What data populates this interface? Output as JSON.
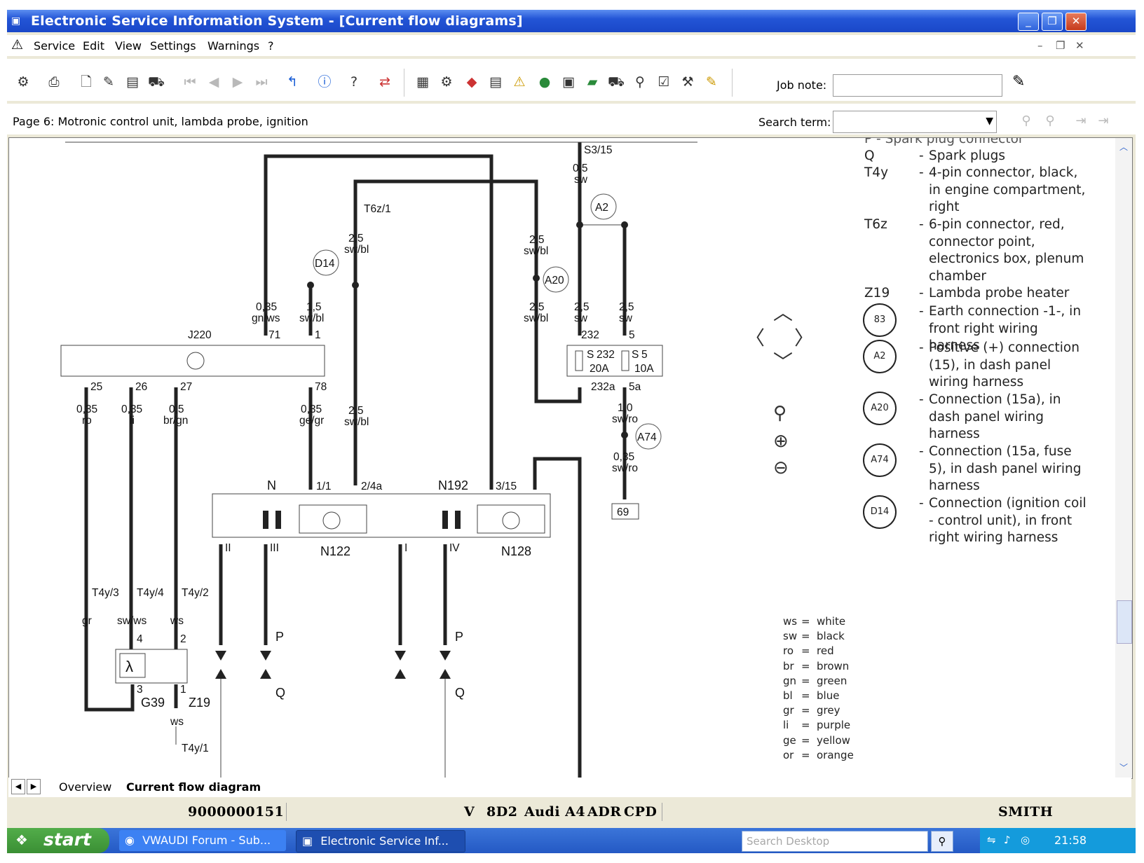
{
  "window": {
    "title": "Electronic Service Information System - [Current flow diagrams]",
    "controls": {
      "minimize": "_",
      "restore": "❐",
      "close": "✕"
    }
  },
  "menu": {
    "items": [
      "Service",
      "Edit",
      "View",
      "Settings",
      "Warnings",
      "?"
    ]
  },
  "toolbar": {
    "job_note_label": "Job note:",
    "job_note_value": ""
  },
  "pagebar": {
    "page_title": "Page 6: Motronic control unit, lambda probe, ignition",
    "search_label": "Search term:",
    "search_value": ""
  },
  "diagram": {
    "terminal_top": "S3/15",
    "wires": {
      "w_s315": {
        "size": "0,5",
        "color": "sw"
      },
      "w_j71": {
        "size": "0,35",
        "color": "gn/ws"
      },
      "w_j1": {
        "size": "1,5",
        "color": "sw/bl"
      },
      "w_t6z": {
        "size": "2,5",
        "color": "sw/bl"
      },
      "w_a20_top": {
        "size": "2,5",
        "color": "sw/bl"
      },
      "w_a20_bot": {
        "size": "2,5",
        "color": "sw/bl"
      },
      "w_232": {
        "size": "2,5",
        "color": "sw"
      },
      "w_5": {
        "size": "2,5",
        "color": "sw"
      },
      "w_25": {
        "size": "0,35",
        "color": "ro"
      },
      "w_26": {
        "size": "0,35",
        "color": "li"
      },
      "w_27": {
        "size": "0,5",
        "color": "br/gn"
      },
      "w_78": {
        "size": "0,35",
        "color": "ge/gr"
      },
      "w_24a": {
        "size": "2,5",
        "color": "sw/bl"
      },
      "w_5a": {
        "size": "1,0",
        "color": "sw/ro"
      },
      "w_a74": {
        "size": "0,35",
        "color": "sw/ro"
      },
      "w_t4y3": {
        "color": "gr"
      },
      "w_t4y4": {
        "color": "sw/ws"
      },
      "w_t4y2": {
        "color": "ws"
      },
      "w_t4y1": {
        "color": "ws"
      }
    },
    "connectors": {
      "t6z1": "T6z/1",
      "t4y3": "T4y/3",
      "t4y4": "T4y/4",
      "t4y2": "T4y/2",
      "t4y1": "T4y/1"
    },
    "circles": [
      "D14",
      "A2",
      "A20",
      "A74"
    ],
    "components": {
      "j220": "J220",
      "n": "N",
      "n192": "N192",
      "n122": "N122",
      "n128": "N128",
      "g39": "G39",
      "z19": "Z19",
      "p1": "P",
      "p2": "P",
      "q1": "Q",
      "q2": "Q",
      "lambda": "λ"
    },
    "pins": {
      "j71": "71",
      "j1": "1",
      "j25": "25",
      "j26": "26",
      "j27": "27",
      "j78": "78",
      "n11": "1/1",
      "n24a": "2/4a",
      "n315": "3/15",
      "nII": "II",
      "nIII": "III",
      "nI": "I",
      "nIV": "IV",
      "g4": "4",
      "g2": "2",
      "g3": "3",
      "g1": "1",
      "f232": "232",
      "f5": "5",
      "f232a": "232a",
      "f5a": "5a"
    },
    "fuses": {
      "s232_name": "S",
      "s232_num": "232",
      "s232_amp": "20A",
      "s5_name": "S",
      "s5_num": "5",
      "s5_amp": "10A"
    },
    "ground": "69"
  },
  "legend": {
    "partial_top": "P   -  Spark plug connector",
    "rows": [
      {
        "code": "Q",
        "desc": "Spark plugs"
      },
      {
        "code": "T4y",
        "desc": "4-pin connector, black, in engine compartment, right"
      },
      {
        "code": "T6z",
        "desc": "6-pin connector, red, connector point, electronics box, plenum chamber"
      },
      {
        "code": "Z19",
        "desc": "Lambda probe heater"
      },
      {
        "code": "83",
        "desc": "Earth connection -1-, in front right wiring harness"
      },
      {
        "code": "A2",
        "desc": "Positive (+) connection (15), in dash panel wiring harness"
      },
      {
        "code": "A20",
        "desc": "Connection (15a), in dash panel wiring harness"
      },
      {
        "code": "A74",
        "desc": "Connection (15a, fuse 5), in dash panel wiring harness"
      },
      {
        "code": "D14",
        "desc": "Connection (ignition coil - control unit), in front right wiring harness"
      }
    ]
  },
  "color_key": [
    {
      "abbr": "ws",
      "name": "white"
    },
    {
      "abbr": "sw",
      "name": "black"
    },
    {
      "abbr": "ro",
      "name": "red"
    },
    {
      "abbr": "br",
      "name": "brown"
    },
    {
      "abbr": "gn",
      "name": "green"
    },
    {
      "abbr": "bl",
      "name": "blue"
    },
    {
      "abbr": "gr",
      "name": "grey"
    },
    {
      "abbr": "li",
      "name": "purple"
    },
    {
      "abbr": "ge",
      "name": "yellow"
    },
    {
      "abbr": "or",
      "name": "orange"
    }
  ],
  "tabs": [
    "Overview",
    "Current flow diagram"
  ],
  "status": {
    "number": "9000000151",
    "v": "V",
    "code": "8D2",
    "model": "Audi A4",
    "engine": "ADR",
    "gearbox": "CPD",
    "user": "SMITH"
  },
  "taskbar": {
    "start": "start",
    "items": [
      "VWAUDI Forum - Sub...",
      "Electronic Service Inf..."
    ],
    "search_placeholder": "Search Desktop",
    "clock": "21:58"
  },
  "colors": {
    "title_bar": "#2355d6",
    "wire": "#222222",
    "taskbar": "#2459c4",
    "start": "#3a8f34"
  }
}
